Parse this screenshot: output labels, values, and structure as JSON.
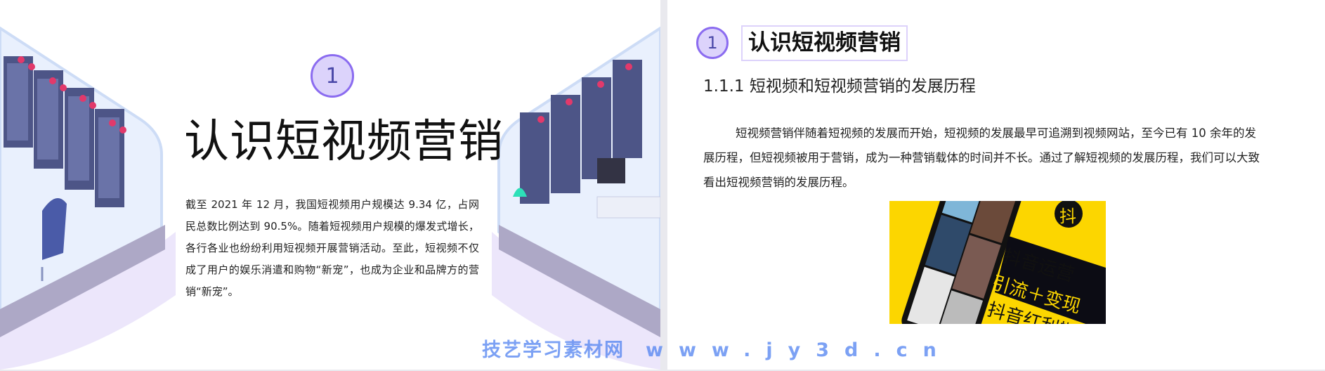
{
  "slide1": {
    "number": "1",
    "title": "认识短视频营销",
    "paragraph": "截至 2021 年 12 月，我国短视频用户规模达 9.34 亿，占网民总数比例达到 90.5%。随着短视频用户规模的爆发式增长，各行各业也纷纷利用短视频开展营销活动。至此，短视频不仅成了用户的娱乐消遣和购物“新宠”，也成为企业和品牌方的营销“新宠”。"
  },
  "slide2": {
    "number": "1",
    "title": "认识短视频营销",
    "subheading": "1.1.1  短视频和短视频营销的发展历程",
    "paragraph": "短视频营销伴随着短视频的发展而开始，短视频的发展最早可追溯到视频网站，至今已有 10 余年的发展历程，但短视频被用于营销，成为一种营销载体的时间并不长。通过了解短视频的发展历程，我们可以大致看出短视频营销的发展历程。",
    "image": {
      "badge": "抖",
      "lines": [
        "抖音运营",
        "引流＋变现",
        "抖音红利期"
      ],
      "bg_color": "#fcd600"
    }
  },
  "watermark": {
    "name": "技艺学习素材网",
    "url": "www.jy3d.cn"
  },
  "colors": {
    "accent": "#8b6cf0",
    "circle_fill": "#dcd3fb",
    "server": "#4d5587"
  }
}
